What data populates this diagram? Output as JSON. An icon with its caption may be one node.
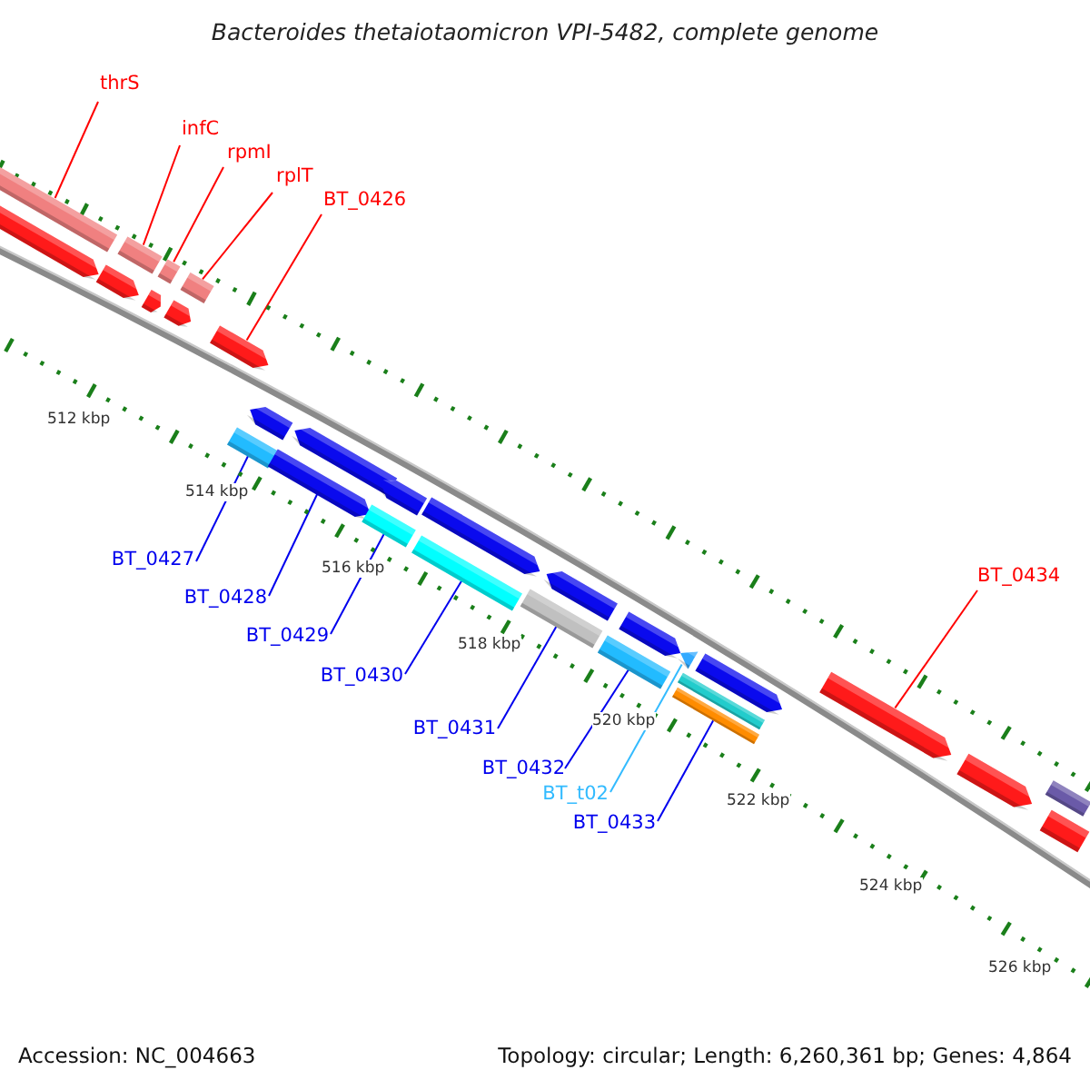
{
  "diagram": {
    "title": "Bacteroides thetaiotaomicron VPI-5482, complete genome",
    "nodes": [
      {
        "text": [
          "thrS"
        ]
      },
      {
        "text": [
          "infC"
        ]
      },
      {
        "text": [
          "rpmI"
        ]
      },
      {
        "text": [
          "rplT"
        ]
      },
      {
        "text": [
          "BT_0426"
        ]
      },
      {
        "text": [
          "BT_0427"
        ]
      },
      {
        "text": [
          "BT_0428"
        ]
      },
      {
        "text": [
          "BT_0429"
        ]
      },
      {
        "text": [
          "BT_0430"
        ]
      },
      {
        "text": [
          "BT_0431"
        ]
      },
      {
        "text": [
          "BT_0432"
        ]
      },
      {
        "text": [
          "BT_t02"
        ]
      },
      {
        "text": [
          "BT_0433"
        ]
      },
      {
        "text": [
          "BT_0434"
        ]
      },
      {
        "text": [],
        "shape": "bar"
      },
      {
        "text": [],
        "shape": "bar"
      },
      {
        "text": [],
        "shape": "bar"
      },
      {
        "text": [],
        "shape": "bar"
      },
      {
        "text": [],
        "shape": "arrow"
      },
      {
        "text": [],
        "shape": "arrow"
      },
      {
        "text": [],
        "shape": "arrow"
      },
      {
        "text": [],
        "shape": "arrow"
      },
      {
        "text": [],
        "shape": "arrow"
      },
      {
        "text": [],
        "shape": "arrow"
      },
      {
        "text": [],
        "shape": "bar"
      },
      {
        "text": [],
        "shape": "arrow"
      },
      {
        "text": [],
        "shape": "arrow"
      },
      {
        "text": [],
        "shape": "arrow"
      },
      {
        "text": [],
        "shape": "bar"
      },
      {
        "text": [],
        "shape": "bar"
      },
      {
        "text": [],
        "shape": "arrow"
      },
      {
        "text": [],
        "shape": "arrow"
      },
      {
        "text": [],
        "shape": "bar"
      },
      {
        "text": [],
        "shape": "arrow"
      },
      {
        "text": [],
        "shape": "bar"
      },
      {
        "text": [],
        "shape": "triangle"
      },
      {
        "text": [],
        "shape": "arrow"
      },
      {
        "text": [],
        "shape": "bar"
      },
      {
        "text": [],
        "shape": "bar"
      },
      {
        "text": [],
        "shape": "arrow"
      },
      {
        "text": [],
        "shape": "arrow"
      },
      {
        "text": [],
        "shape": "bar"
      },
      {
        "text": [],
        "shape": "bar"
      }
    ],
    "edges": [
      {
        "from": 0,
        "to": 14,
        "arrow": "none",
        "color": "#ff0000"
      },
      {
        "from": 1,
        "to": 15,
        "arrow": "none",
        "color": "#ff0000"
      },
      {
        "from": 2,
        "to": 16,
        "arrow": "none",
        "color": "#ff0000"
      },
      {
        "from": 3,
        "to": 17,
        "arrow": "none",
        "color": "#ff0000"
      },
      {
        "from": 4,
        "to": 22,
        "arrow": "none",
        "color": "#ff0000"
      },
      {
        "from": 5,
        "to": 24,
        "arrow": "none"
      },
      {
        "from": 6,
        "to": 26,
        "arrow": "none"
      },
      {
        "from": 7,
        "to": 28,
        "arrow": "none"
      },
      {
        "from": 8,
        "to": 29,
        "arrow": "none"
      },
      {
        "from": 9,
        "to": 32,
        "arrow": "none"
      },
      {
        "from": 10,
        "to": 34,
        "arrow": "none"
      },
      {
        "from": 11,
        "to": 35,
        "arrow": "none",
        "color": "#33bbff"
      },
      {
        "from": 12,
        "to": 38,
        "arrow": "none"
      },
      {
        "from": 13,
        "to": 39,
        "arrow": "none",
        "color": "#ff0000"
      }
    ],
    "labels": [
      "512 kbp",
      "514 kbp",
      "516 kbp",
      "518 kbp",
      "520 kbp",
      "522 kbp",
      "524 kbp",
      "526 kbp",
      "Accession: NC_004663",
      "Topology: circular; Length: 6,260,361 bp; Genes: 4,864"
    ]
  }
}
